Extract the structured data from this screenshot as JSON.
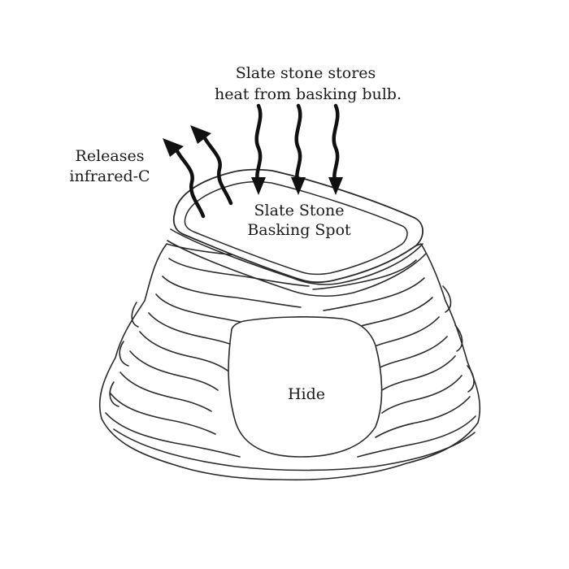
{
  "labels": {
    "heat_source_line1": "Slate stone stores",
    "heat_source_line2": "heat from basking bulb.",
    "infrared_line1": "Releases",
    "infrared_line2": "infrared-C",
    "slate_line1": "Slate Stone",
    "slate_line2": "Basking Spot",
    "hide": "Hide"
  },
  "colors": {
    "ink": "#2a2a2a",
    "arrow": "#111111",
    "background": "#ffffff"
  },
  "icons": {
    "heat_in_arrows": "down-wavy-arrow",
    "infrared_out_arrows": "up-wavy-arrow"
  }
}
